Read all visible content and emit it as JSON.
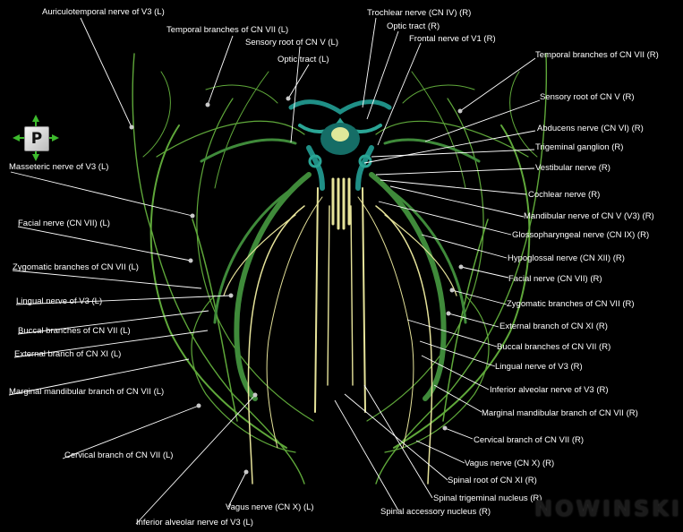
{
  "view_cube": {
    "label": "P"
  },
  "logo": {
    "text": "NOWINSKI"
  },
  "colors": {
    "background": "#000000",
    "nerve_green": "#5fa83a",
    "nerve_yellow": "#e6e39a",
    "nerve_teal": "#1f8f86",
    "leader_line": "#ffffff"
  },
  "labels_left": [
    "Auriculotemporal nerve of V3 (L)",
    "Masseteric nerve of V3 (L)",
    "Facial nerve (CN VII) (L)",
    "Zygomatic branches of CN VII (L)",
    "Lingual nerve of V3 (L)",
    "Buccal branches of CN VII (L)",
    "External branch of CN XI (L)",
    "Marginal mandibular branch of CN VII (L)",
    "Cervical branch of CN VII (L)",
    "Vagus nerve (CN X) (L)",
    "Inferior alveolar nerve of V3 (L)"
  ],
  "labels_top": [
    "Temporal branches of CN VII (L)",
    "Sensory root of CN V (L)",
    "Optic tract (L)",
    "Trochlear nerve (CN IV) (R)",
    "Optic tract (R)",
    "Frontal nerve of V1 (R)"
  ],
  "labels_right": [
    "Temporal branches of CN VII (R)",
    "Sensory root of CN V (R)",
    "Abducens nerve (CN VI) (R)",
    "Trigeminal ganglion (R)",
    "Vestibular nerve (R)",
    "Cochlear nerve (R)",
    "Mandibular nerve of CN V (V3) (R)",
    "Glossopharyngeal nerve (CN IX) (R)",
    "Hypoglossal nerve (CN XII) (R)",
    "Facial nerve (CN VII) (R)",
    "Zygomatic branches of CN VII (R)",
    "External branch of CN XI (R)",
    "Buccal branches of CN VII (R)",
    "Lingual nerve of V3 (R)",
    "Inferior alveolar nerve of V3 (R)",
    "Marginal mandibular branch of CN VII (R)",
    "Cervical branch of CN VII (R)",
    "Vagus nerve (CN X) (R)",
    "Spinal root of CN XI (R)",
    "Spinal trigeminal nucleus (R)",
    "Spinal accessory nucleus (R)"
  ]
}
